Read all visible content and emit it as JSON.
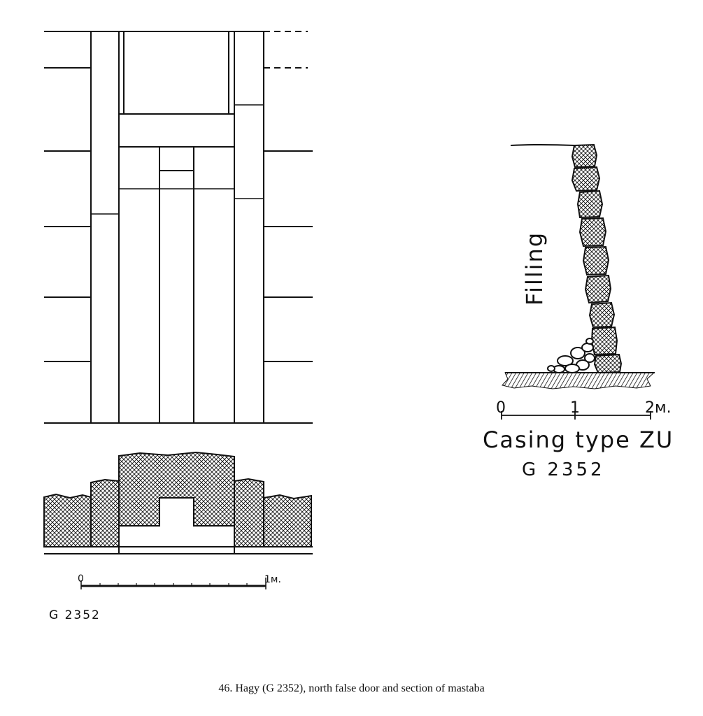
{
  "elevation": {
    "scale": {
      "start": "0",
      "end": "1м."
    },
    "label": "G 2352"
  },
  "section": {
    "fill_label": "Filling",
    "scale": {
      "t0": "0",
      "t1": "1",
      "t2": "2м."
    },
    "title": "Casing type ZU",
    "tomb_label": "G 2352"
  },
  "caption": "46.   Hagy (G 2352), north false door and section of mastaba"
}
